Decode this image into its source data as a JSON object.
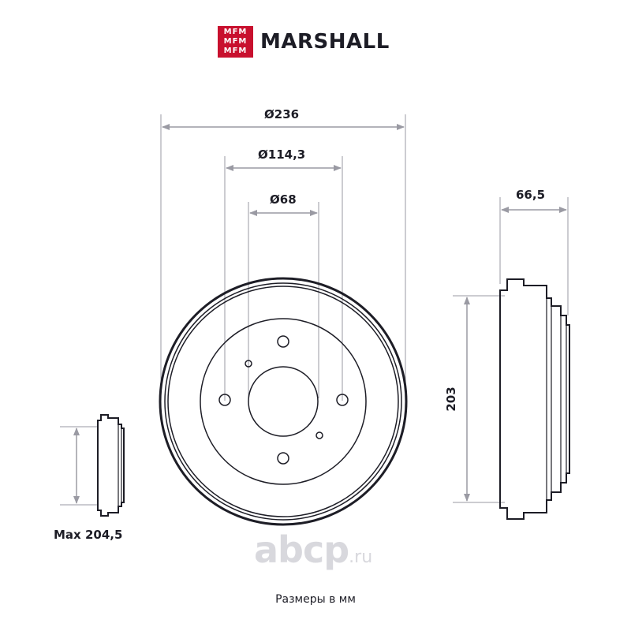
{
  "brand": {
    "mark_lines": [
      "MFM",
      "MFM",
      "MFM"
    ],
    "name": "MARSHALL",
    "mark_color": "#c8102e"
  },
  "dimensions": {
    "outer_diameter": "Ø236",
    "bolt_circle": "Ø114,3",
    "center_bore": "Ø68",
    "height": "66,5",
    "drum_inner": "203",
    "max_inner": "Max 204,5"
  },
  "watermark": {
    "main": "abcp",
    "suffix": ".ru"
  },
  "footer": {
    "note": "Размеры в мм"
  },
  "colors": {
    "ink": "#1d1d26",
    "dim_line": "#9a9aa3",
    "brand_red": "#c8102e"
  }
}
